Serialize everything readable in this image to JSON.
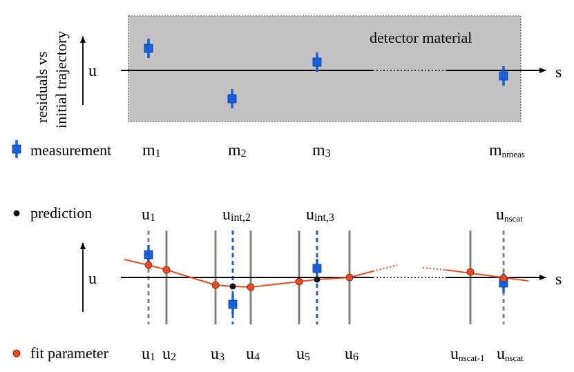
{
  "colors": {
    "detector_fill": "#c2c2c2",
    "measurement": "#1560e0",
    "fit_line": "#ee4a1a",
    "fit_point": "#ee4a1a",
    "prediction": "#111111",
    "plane": "#808080",
    "meas_plane": "#1560e0"
  },
  "top_panel": {
    "ylabel_line1": "residuals vs",
    "ylabel_line2": "initial trajectory",
    "u_label": "u",
    "s_label": "s",
    "detector_label": "detector material",
    "measurement_label_base": [
      "m",
      "m",
      "m",
      "m"
    ],
    "measurement_label_sub": [
      "1",
      "2",
      "3",
      "nmeas"
    ]
  },
  "legend": {
    "measurement": "measurement",
    "prediction": "prediction",
    "fit_parameter": "fit parameter"
  },
  "bottom_panel": {
    "u_label": "u",
    "s_label": "s",
    "prediction_labels_base": [
      "u",
      "u",
      "u",
      "u"
    ],
    "prediction_labels_sub": [
      "1",
      "int,2",
      "int,3",
      "nscat"
    ],
    "fit_labels_base": [
      "u",
      "u",
      "u",
      "u",
      "u",
      "u",
      "u",
      "u"
    ],
    "fit_labels_sub": [
      "1",
      "2",
      "3",
      "4",
      "5",
      "6",
      "nscat-1",
      "nscat"
    ]
  }
}
